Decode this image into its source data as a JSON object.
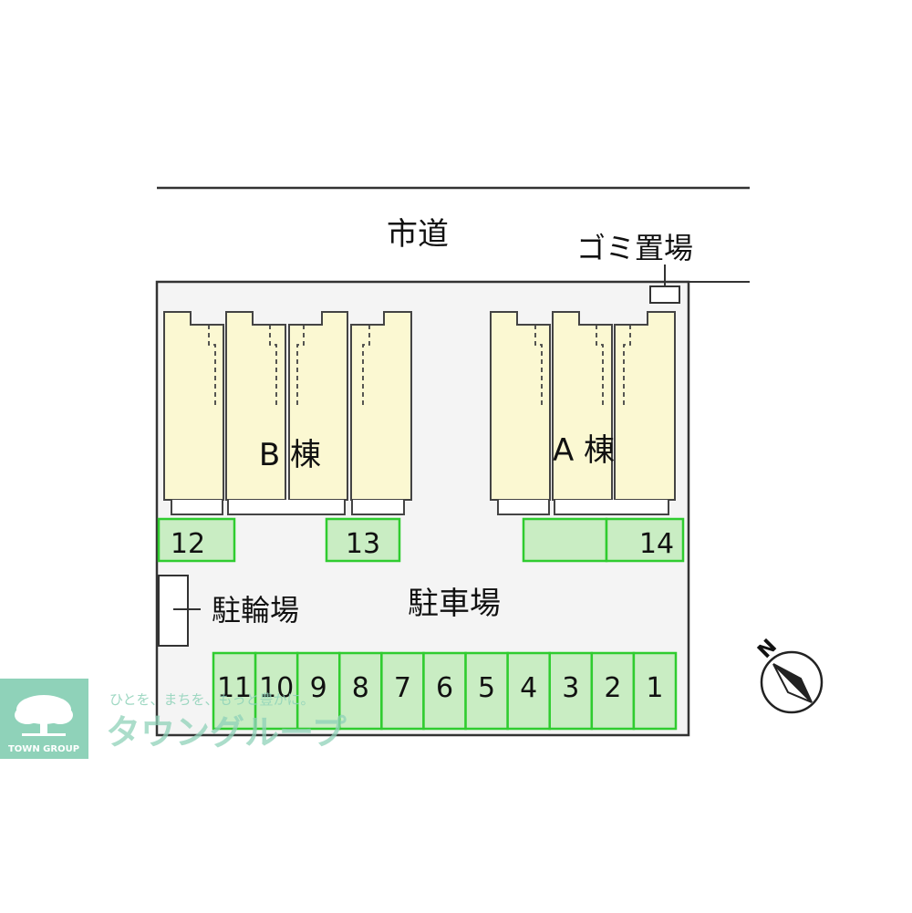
{
  "road_label": "市道",
  "garbage_label": "ゴミ置場",
  "building_b_label": "B 棟",
  "building_a_label": "A 棟",
  "bicycle_label": "駐輪場",
  "parking_label": "駐車場",
  "parking_spaces_bottom": [
    "11",
    "10",
    "9",
    "8",
    "7",
    "6",
    "5",
    "4",
    "3",
    "2",
    "1"
  ],
  "parking_space_12": "12",
  "parking_space_13": "13",
  "parking_space_14": "14",
  "compass_label": "N",
  "watermark": {
    "logo_text": "TOWN GROUP",
    "tagline": "ひとを、まちを、もっと豊かに。",
    "brand": "タウングループ"
  },
  "colors": {
    "building_fill": "#fbf8d2",
    "parking_fill": "#c9edc3",
    "parking_stroke": "#2fcc2f",
    "lot_fill": "#f4f4f4",
    "watermark_green": "#8fd2b9"
  }
}
